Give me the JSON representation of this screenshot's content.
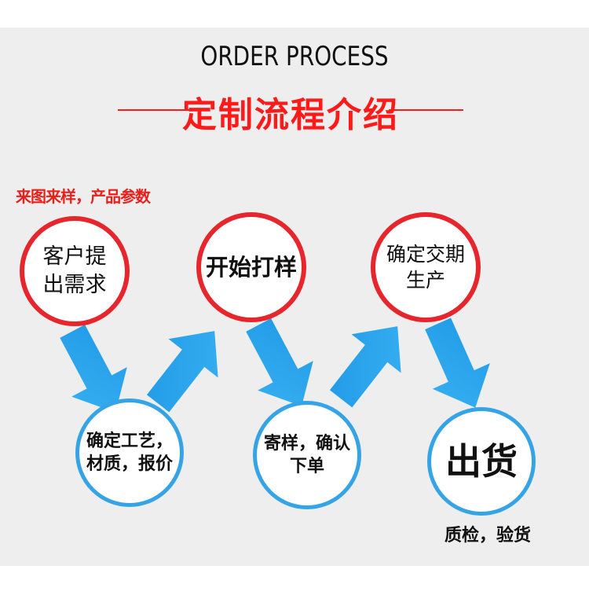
{
  "header": {
    "title_en": "ORDER PROCESS",
    "title_cn": "定制流程介绍"
  },
  "note_top": "来图来样，产品参数",
  "steps": [
    {
      "label": "客户提\n出需求",
      "color": "red"
    },
    {
      "label": "确定工艺，\n材质，报价",
      "color": "blue"
    },
    {
      "label": "开始打样",
      "color": "red"
    },
    {
      "label": "寄样，确认\n下单",
      "color": "blue"
    },
    {
      "label": "确定交期\n生产",
      "color": "red"
    },
    {
      "label": "出货",
      "color": "blue"
    }
  ],
  "note_bottom": "质检，验货",
  "colors": {
    "red": "#e6262c",
    "blue": "#35a4e6",
    "arrow": "#2aa3ec",
    "title_red": "#ff1a1a"
  },
  "icons": [
    "arrow-down-right-icon",
    "arrow-up-right-icon"
  ]
}
